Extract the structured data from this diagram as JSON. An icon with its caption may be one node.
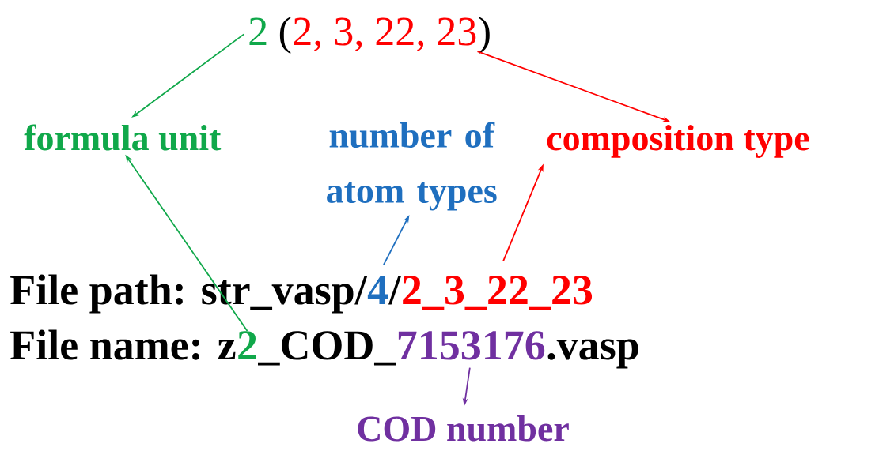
{
  "diagram": {
    "nodes": [
      {
        "text": [
          "2"
        ]
      },
      {
        "text": [
          "2, 3, 22, 23"
        ]
      },
      {
        "text": [
          "formula unit"
        ]
      },
      {
        "text": [
          "number of atom types"
        ]
      },
      {
        "text": [
          "composition type"
        ]
      },
      {
        "text": [
          "4"
        ]
      },
      {
        "text": [
          "2_3_22_23"
        ]
      },
      {
        "text": [
          "2"
        ]
      },
      {
        "text": [
          "7153176"
        ]
      },
      {
        "text": [
          "COD number"
        ]
      }
    ],
    "edges": [
      {
        "from": 0,
        "to": 2,
        "arrow": "to",
        "color": "#10a84a"
      },
      {
        "from": 1,
        "to": 4,
        "arrow": "to",
        "color": "#ff0000"
      },
      {
        "from": 7,
        "to": 2,
        "arrow": "to",
        "color": "#10a84a"
      },
      {
        "from": 5,
        "to": 3,
        "arrow": "to",
        "color": "#1f6fbf"
      },
      {
        "from": 6,
        "to": 4,
        "arrow": "to",
        "color": "#ff0000"
      },
      {
        "from": 8,
        "to": 9,
        "arrow": "to",
        "color": "#7030a0"
      }
    ],
    "labels": [
      "(",
      ")",
      "File path: str_vasp/",
      "/",
      "File name: z",
      "_COD_",
      ".vasp"
    ]
  }
}
